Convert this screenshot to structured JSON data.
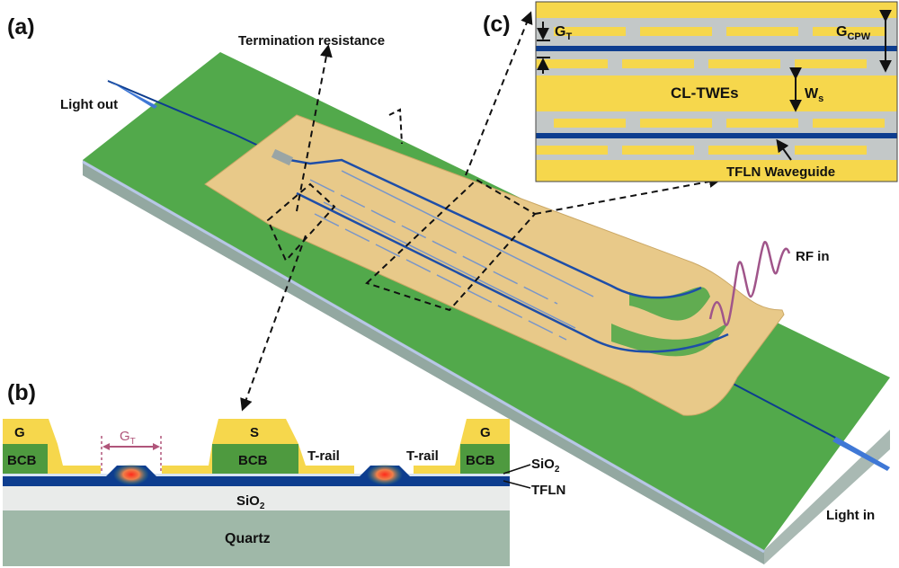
{
  "panels": {
    "a": "(a)",
    "b": "(b)",
    "c": "(c)"
  },
  "panel_a": {
    "termination": "Termination resistance",
    "light_out": "Light out",
    "light_in": "Light in",
    "rf_in": "RF in"
  },
  "panel_b": {
    "g_left": "G",
    "s": "S",
    "g_right": "G",
    "bcb_left": "BCB",
    "bcb_center": "BCB",
    "bcb_right": "BCB",
    "trail_left": "T-rail",
    "trail_right": "T-rail",
    "gt_main": "G",
    "gt_sub": "T",
    "sio2_main": "SiO",
    "sio2_sub": "2",
    "sio2_side_main": "SiO",
    "sio2_side_sub": "2",
    "tfln": "TFLN",
    "quartz": "Quartz"
  },
  "panel_c": {
    "gt_main": "G",
    "gt_sub": "T",
    "gcpw_main": "G",
    "gcpw_sub": "CPW",
    "cl_twes": "CL-TWEs",
    "ws_main": "W",
    "ws_sub": "s",
    "tfln_wg": "TFLN Waveguide"
  },
  "colors": {
    "substrate_green": "#4fa64a",
    "substrate_side": "#9fb3ad",
    "electrode_gold": "#e9c98a",
    "electrode_yellow": "#f6d74c",
    "bcb_green": "#4e9a3f",
    "waveguide_blue": "#0d3d8f",
    "rf_wave": "#a0558a",
    "quartz": "#9fb8a8",
    "cpw_gap_grey": "#c3c8c8"
  }
}
